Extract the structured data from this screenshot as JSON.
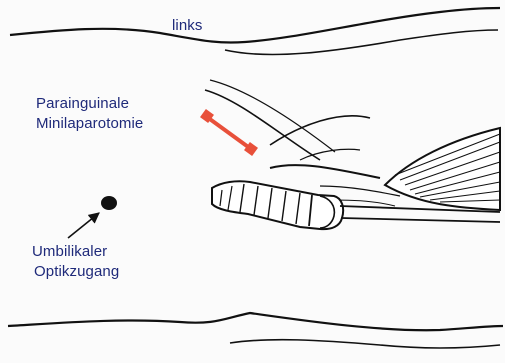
{
  "labels": {
    "side": "links",
    "incision_line1": "Parainguinale",
    "incision_line2": "Minilaparotomie",
    "port_line1": "Umbilikaler",
    "port_line2": "Optikzugang"
  },
  "colors": {
    "label_text": "#1f2a7a",
    "incision_marker": "#e8503a",
    "line_art": "#111111",
    "background": "#fbfbfb"
  },
  "icons": {
    "incision_marker": "double-headed-bar",
    "port_marker": "filled-dot",
    "pointer": "arrow"
  }
}
